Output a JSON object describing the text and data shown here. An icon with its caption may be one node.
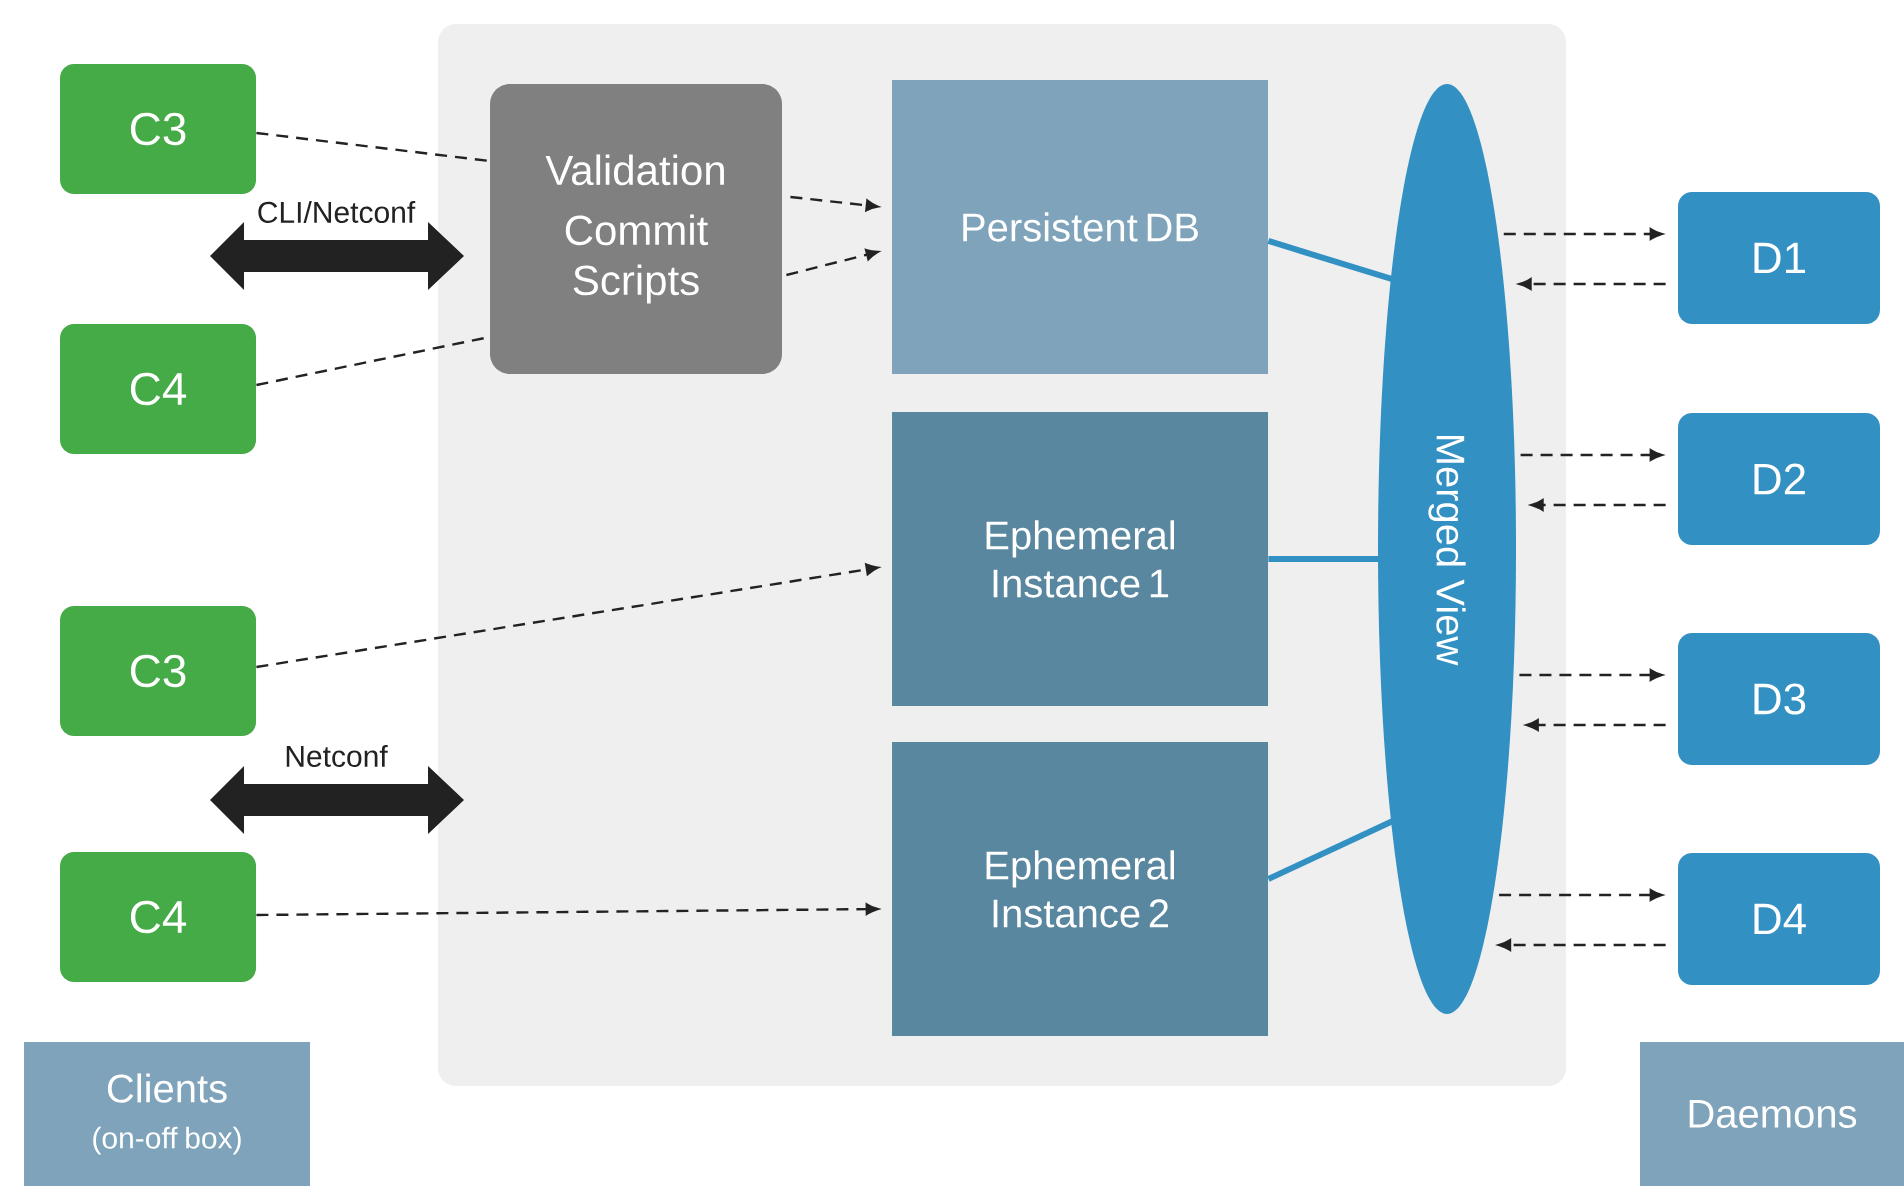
{
  "diagram": {
    "nodes": [
      {
        "text": [],
        "shape": "box"
      },
      {
        "text": [
          "C3"
        ]
      },
      {
        "text": [
          "C4"
        ]
      },
      {
        "text": [
          "C3"
        ]
      },
      {
        "text": [
          "C4"
        ]
      },
      {
        "text": [
          "Validation",
          "Commit Scripts"
        ],
        "in": 0
      },
      {
        "text": [
          "Persistent DB"
        ],
        "in": 0
      },
      {
        "text": [
          "Ephemeral Instance 1"
        ],
        "in": 0
      },
      {
        "text": [
          "Ephemeral Instance 2"
        ],
        "in": 0
      },
      {
        "text": [
          "Merged View"
        ],
        "in": 0
      },
      {
        "text": [
          "D1"
        ]
      },
      {
        "text": [
          "D2"
        ]
      },
      {
        "text": [
          "D3"
        ]
      },
      {
        "text": [
          "D4"
        ]
      },
      {
        "text": [
          "Clients",
          "(on-off box)"
        ]
      },
      {
        "text": [
          "Daemons"
        ]
      }
    ],
    "edges": [
      {
        "from": 1,
        "to": 5,
        "arrow": "none",
        "style": "dashed"
      },
      {
        "from": 2,
        "to": 5,
        "arrow": "none",
        "style": "dashed"
      },
      {
        "from": 5,
        "to": 6,
        "arrow": "to",
        "style": "dashed"
      },
      {
        "from": 5,
        "to": 6,
        "arrow": "to",
        "style": "dashed"
      },
      {
        "from": 3,
        "to": 7,
        "arrow": "to",
        "style": "dashed"
      },
      {
        "from": 4,
        "to": 8,
        "arrow": "to",
        "style": "dashed"
      },
      {
        "from": 6,
        "to": 9,
        "arrow": "none",
        "style": "thick",
        "color": "#3390c2"
      },
      {
        "from": 7,
        "to": 9,
        "arrow": "none",
        "style": "thick",
        "color": "#3390c2"
      },
      {
        "from": 8,
        "to": 9,
        "arrow": "none",
        "style": "thick",
        "color": "#3390c2"
      },
      {
        "from": 9,
        "to": 10,
        "arrow": "to",
        "style": "dashed"
      },
      {
        "from": 10,
        "to": 9,
        "arrow": "to",
        "style": "dashed"
      },
      {
        "from": 9,
        "to": 11,
        "arrow": "to",
        "style": "dashed"
      },
      {
        "from": 11,
        "to": 9,
        "arrow": "to",
        "style": "dashed"
      },
      {
        "from": 9,
        "to": 12,
        "arrow": "to",
        "style": "dashed"
      },
      {
        "from": 12,
        "to": 9,
        "arrow": "to",
        "style": "dashed"
      },
      {
        "from": 9,
        "to": 13,
        "arrow": "to",
        "style": "dashed"
      },
      {
        "from": 13,
        "to": 9,
        "arrow": "to",
        "style": "dashed"
      }
    ],
    "labels": [
      "CLI/Netconf",
      "Netconf"
    ]
  }
}
